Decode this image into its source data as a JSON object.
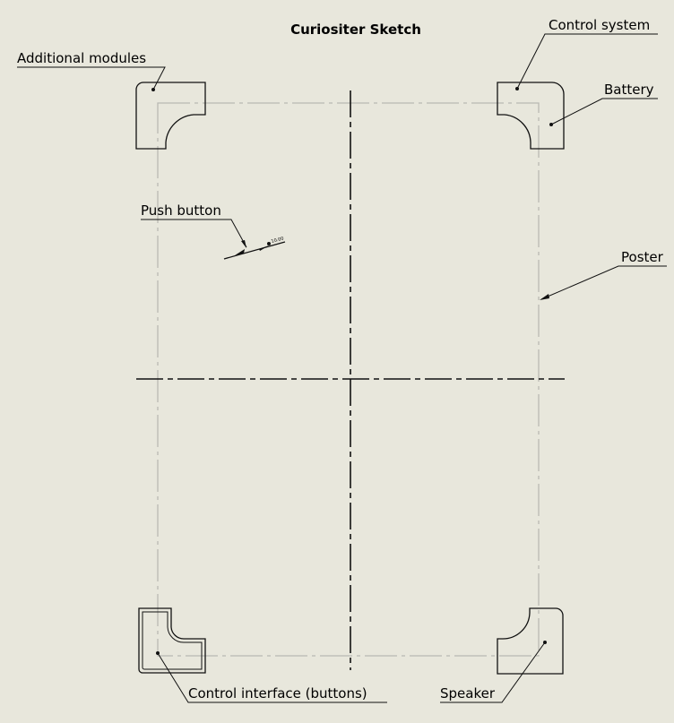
{
  "title": "Curiositer Sketch",
  "labels": {
    "additional_modules": "Additional modules",
    "control_system": "Control system",
    "battery": "Battery",
    "push_button": "Push button",
    "poster": "Poster",
    "control_interface": "Control interface (buttons)",
    "speaker": "Speaker"
  },
  "push_button_dim": "10.00",
  "colors": {
    "background": "#e8e7dc",
    "line": "#111111",
    "poster_outline": "#b9b9b3"
  }
}
